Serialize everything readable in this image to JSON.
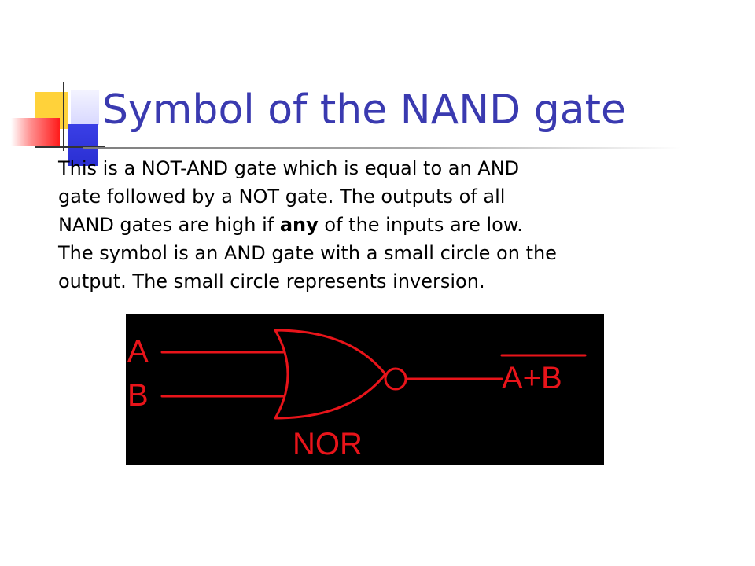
{
  "slide": {
    "title": "Symbol of the NAND gate",
    "body": {
      "line1": "This is a NOT-AND gate which is equal to an AND",
      "line2": "gate followed by a NOT gate.  The outputs of all",
      "line3_before": "NAND gates are high if ",
      "line3_bold": "any",
      "line3_after": " of the inputs are low.",
      "line4": "The symbol is an AND gate with a small circle on the",
      "line5": "output. The small circle represents inversion."
    }
  },
  "diagram": {
    "input_a_label": "A",
    "input_b_label": "B",
    "output_label": "A+B",
    "gate_label": "NOR",
    "line_color": "#e8141a",
    "background_color": "#000000",
    "gate_type": "nor-gate-with-inverted-output"
  }
}
